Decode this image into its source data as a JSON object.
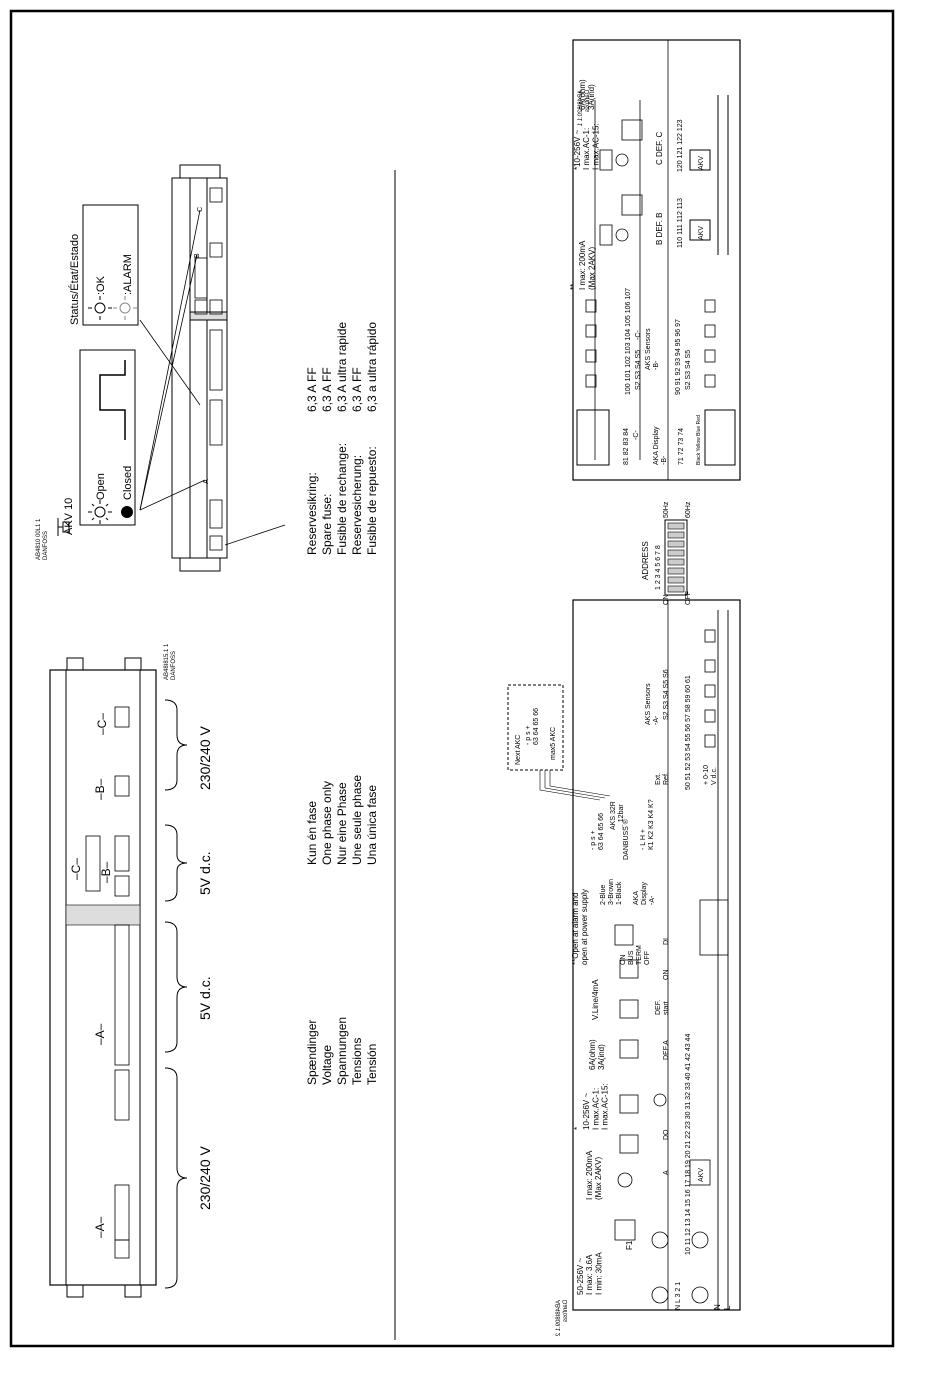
{
  "refs": {
    "enclosure": "AB48I815.1 1\nDANFOSS",
    "status": "AB4810 00L1 1\nDANFOSS",
    "upper_wiring": "AB48I820.1 1\nDanfoss",
    "lower_wiring": "AB48I809.1 2\nDanfoss"
  },
  "enclosure": {
    "section_a": "–A–",
    "section_b": "–B–",
    "section_c": "–C–",
    "voltage_mains": "230/240 V",
    "voltage_dc": "5V d.c."
  },
  "voltage_labels": [
    "Spændinger",
    "Voltage",
    "Spannungen",
    "Tensions",
    "Tensión"
  ],
  "phase_labels": [
    "Kun én fase",
    "One phase only",
    "Nur eine Phase",
    "Une seule phase",
    "Una única fase"
  ],
  "fuse_labels": [
    "Reservesikring:",
    "Spare fuse:",
    "Fusible de rechange:",
    "Reservesicherung:",
    "Fusible de repuesto:"
  ],
  "fuse_values": [
    "6,3 A FF",
    "6,3 A FF",
    "6,3 A ultra rapide",
    "6,3 A FF",
    "6,3 a ultra rápido"
  ],
  "status": {
    "akv_title": "AKV 10",
    "open": "Open",
    "closed": "Closed",
    "header": "Status/État/Estado",
    "ok": ":OK",
    "alarm": ":ALARM",
    "label_a": "A",
    "label_b": "B",
    "label_c": "C"
  },
  "upper": {
    "akv_relay": "*10-256V ~\nI max.AC-1:\nI max.AC-15:",
    "akv_ratings": "6A(ohm)\n3A(ind)",
    "imax": "**\nI max: 200mA\n(Max 2AKV)",
    "def_b": "B DEF. B",
    "def_c": "C DEF. C",
    "terminals_def_b": "110 111 112 113",
    "terminals_def_c": "120 121 122 123",
    "akv": "AKV",
    "sensors": "AKS Sensors\n-B-",
    "sensors_c": "-C-",
    "sensor_terms_top": "100 101 102 103 104 105 106 107",
    "sensor_names_top": "S2  S3  S4  S5",
    "sensor_terms_bottom": "90 91 92 93 94 95 96 97",
    "sensor_names_bottom": "S2  S3  S4  S5",
    "display": "AKA Display\n-B-",
    "display_c": "-C-",
    "display_terms_top": "81 82 83 84",
    "display_terms_bottom": "71 72 73 74",
    "display_colors": "Black Yellow Blue Red"
  },
  "address": {
    "title": "ADDRESS",
    "numbers": "1 2 3 4 5 6 7 8",
    "on": "ON",
    "off": "OFF",
    "hz50": "50Hz",
    "hz60": "60Hz"
  },
  "lower": {
    "mains": "50-256V ~\nI max: 3.6A\nI min: 30mA",
    "f1": "F1",
    "imax": "I max: 200mA\n(Max 2AKV)",
    "relay": "*\n10-256V ~\nI max.AC-1:\nI max.AC-15:",
    "ratings": "6A(ohm)\n3A(ind)",
    "akv": "AKV",
    "do": "DO",
    "a_def": "A",
    "def_a": "DEF.A",
    "vline": "V.Line/4mA",
    "def_start": "DEF.\nstart",
    "on": "ON",
    "alarm_note": "**Open at alarm and\nopen at power supply",
    "bus_term": "ON\nBUS\nTERM\nOFF",
    "wire_colors": "2-Blue\n3-Brown\n1-Black",
    "display": "AKA\nDisplay\n-A-",
    "di": "DI",
    "danbuss": "DANBUSS ®",
    "aks32r": "AKS 32R\n... 12bar",
    "p_s": "- p s +\n63 64 65 66",
    "lh": "- L H +\nK1 K2 K3 K4 K?",
    "next_akc": "Next AKC",
    "next_akc_terms": "- p s +\n63 64 65 66",
    "max5": "max5 AKC",
    "ext_ref": "Ext.\nRef.",
    "vdc": "+ 0-10\nV d.c.",
    "sensors": "AKS Sensors\n-A-",
    "sensor_names": "S2  S3  S4  S5  S6",
    "terminals_mains": "N  L  3  2  1",
    "terminals_main_row": "10 11 12 13 14 15 16 17 18 19 20 21 22 23 30 31 32 33 40 41 42 43 44",
    "terminals_sensor_row": "50 51 52 53 54 55 56 57 58 59 60 61",
    "n": "N",
    "l": "L"
  }
}
